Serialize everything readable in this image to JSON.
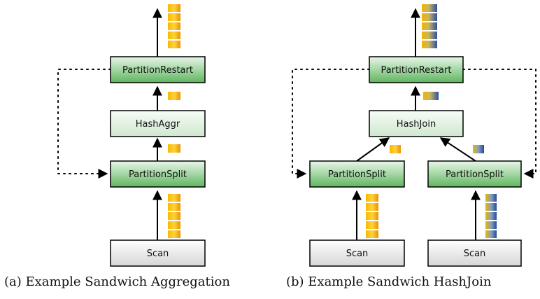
{
  "diagrams": {
    "a": {
      "caption": "(a) Example Sandwich Aggregation",
      "nodes": {
        "restart": "PartitionRestart",
        "op": "HashAggr",
        "split": "PartitionSplit",
        "scan": "Scan"
      }
    },
    "b": {
      "caption": "(b) Example Sandwich HashJoin",
      "nodes": {
        "restart": "PartitionRestart",
        "op": "HashJoin",
        "split_left": "PartitionSplit",
        "split_right": "PartitionSplit",
        "scan_left": "Scan",
        "scan_right": "Scan"
      }
    }
  },
  "colors": {
    "green_node": "#6dc36d",
    "light_green_node": "#e9f4e9",
    "gray_node": "#e8e8e8",
    "orange_block": "#f0a000",
    "blue_block": "#2b4f9e"
  }
}
